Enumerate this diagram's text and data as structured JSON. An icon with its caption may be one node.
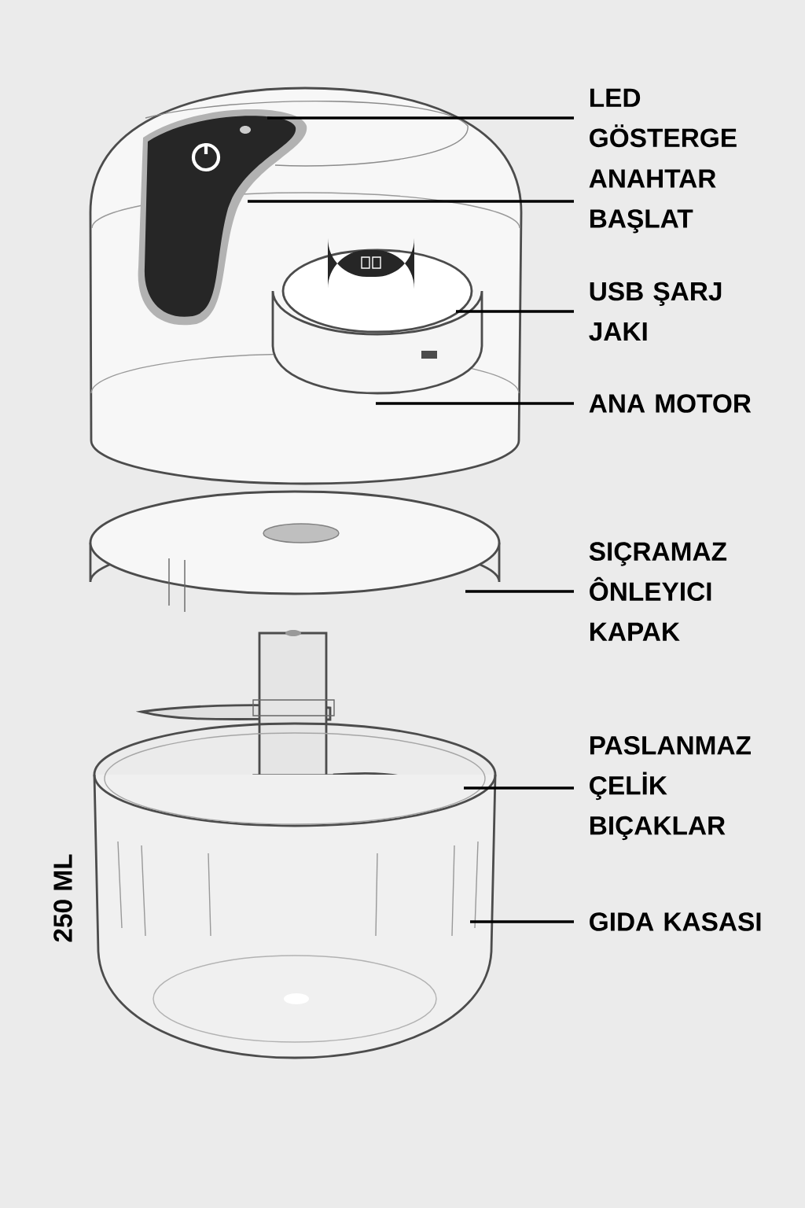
{
  "diagram": {
    "nodes": [
      {
        "text": [
          "LED GÖSTERGE"
        ]
      },
      {
        "text": [
          "ANAHTAR BAŞLAT"
        ]
      },
      {
        "text": [
          "USB ŞARJ JAKI"
        ]
      },
      {
        "text": [
          "ANA MOTOR"
        ]
      },
      {
        "text": [
          "SIÇRAMAZ ÔNLEYICI KAPAK"
        ]
      },
      {
        "text": [
          "PASLANMAZ ÇELİK BIÇAKLAR"
        ]
      },
      {
        "text": [
          "GIDA KASASI"
        ]
      }
    ],
    "edges": [
      {
        "from": 0,
        "to": null,
        "arrow": "none"
      },
      {
        "from": 1,
        "to": null,
        "arrow": "none"
      },
      {
        "from": 2,
        "to": null,
        "arrow": "none"
      },
      {
        "from": 3,
        "to": null,
        "arrow": "none"
      },
      {
        "from": 4,
        "to": null,
        "arrow": "none"
      },
      {
        "from": 5,
        "to": null,
        "arrow": "none"
      },
      {
        "from": 6,
        "to": null,
        "arrow": "none"
      }
    ],
    "labels": [
      "250 ML"
    ]
  }
}
